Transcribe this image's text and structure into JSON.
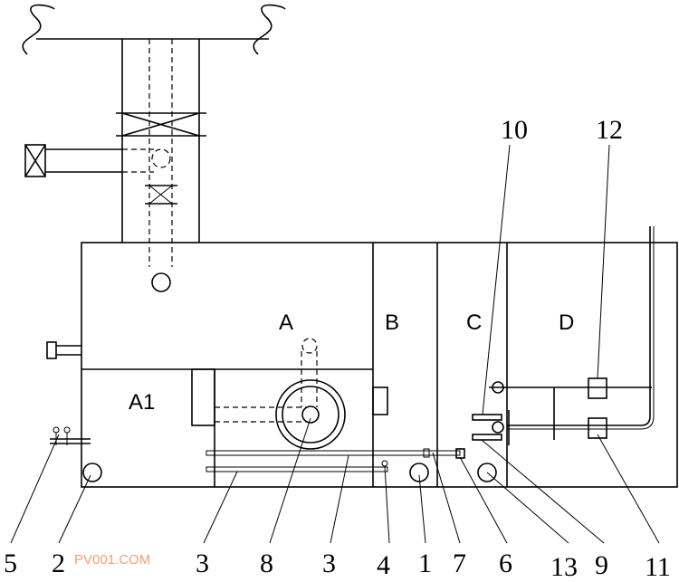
{
  "zones": {
    "A": "A",
    "A1": "A1",
    "B": "B",
    "C": "C",
    "D": "D"
  },
  "callouts": {
    "n5": "5",
    "n2": "2",
    "n3a": "3",
    "n8": "8",
    "n3b": "3",
    "n4": "4",
    "n1": "1",
    "n7": "7",
    "n6": "6",
    "n13": "13",
    "n9": "9",
    "n11": "11",
    "n10": "10",
    "n12": "12"
  },
  "watermark": "PV001.COM",
  "colors": {
    "line": "#000000",
    "watermark": "#f4a070"
  }
}
